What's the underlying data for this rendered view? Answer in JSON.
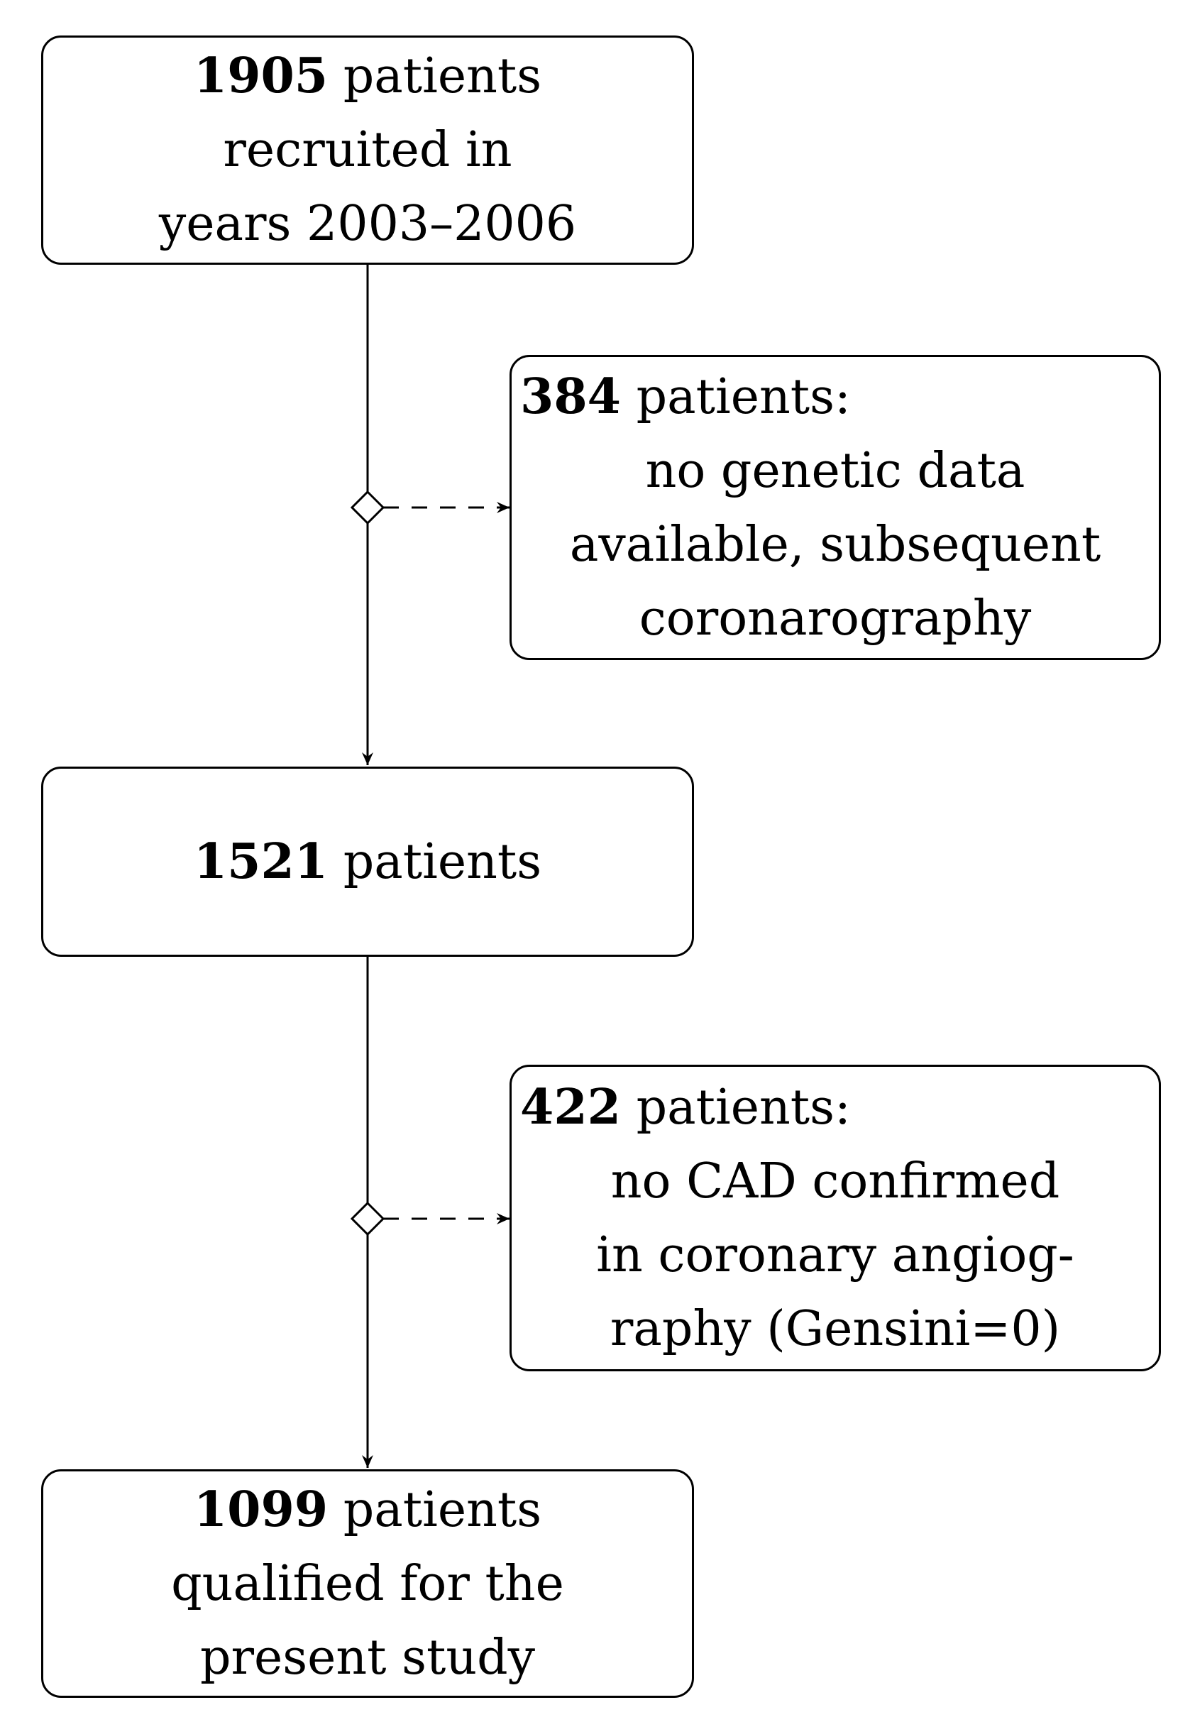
{
  "colors": {
    "stroke": "#000000",
    "background": "#ffffff"
  },
  "boxes": {
    "recruited": {
      "number": "1905",
      "lines": [
        "patients",
        "recruited in",
        "years 2003–2006"
      ]
    },
    "excluded_genetic": {
      "number": "384",
      "lines": [
        "patients:",
        "no genetic data",
        "available, subsequent",
        "coronarography"
      ]
    },
    "remaining": {
      "number": "1521",
      "lines": [
        "patients"
      ]
    },
    "excluded_cad": {
      "number": "422",
      "lines": [
        "patients:",
        "no CAD confirmed",
        "in coronary angiog-",
        "raphy (Gensini=0)"
      ]
    },
    "qualified": {
      "number": "1099",
      "lines": [
        "patients",
        "qualified for the",
        "present study"
      ]
    }
  }
}
